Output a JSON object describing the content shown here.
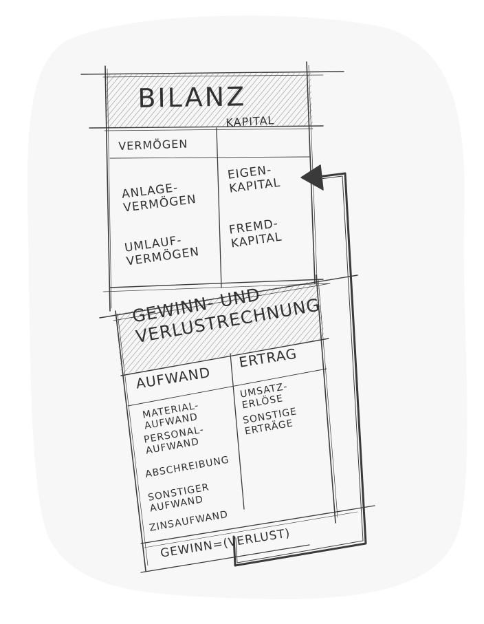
{
  "diagram": {
    "bilanz": {
      "title": "BILANZ",
      "left_header": "VERMÖGEN",
      "right_header": "KAPITAL",
      "left_items": [
        "ANLAGE-\nVERMÖGEN",
        "UMLAUF-\nVERMÖGEN"
      ],
      "right_items": [
        "EIGEN-\nKAPITAL",
        "FREMD-\nKAPITAL"
      ]
    },
    "guv": {
      "title": "GEWINN- UND\nVERLUSTRECHNUNG",
      "left_header": "AUFWAND",
      "right_header": "ERTRAG",
      "left_items": [
        "MATERIAL-\nAUFWAND",
        "PERSONAL-\nAUFWAND",
        "ABSCHREIBUNG",
        "SONSTIGER\nAUFWAND",
        "ZINSAUFWAND"
      ],
      "right_items": [
        "UMSATZ-\nERLÖSE",
        "SONSTIGE\nERTRÄGE"
      ],
      "result": "GEWINN=(VERLUST)"
    }
  },
  "colors": {
    "pencil": "#3a3a3a",
    "hatch": "#9a9a9a",
    "blob": "#f7f7f7"
  }
}
